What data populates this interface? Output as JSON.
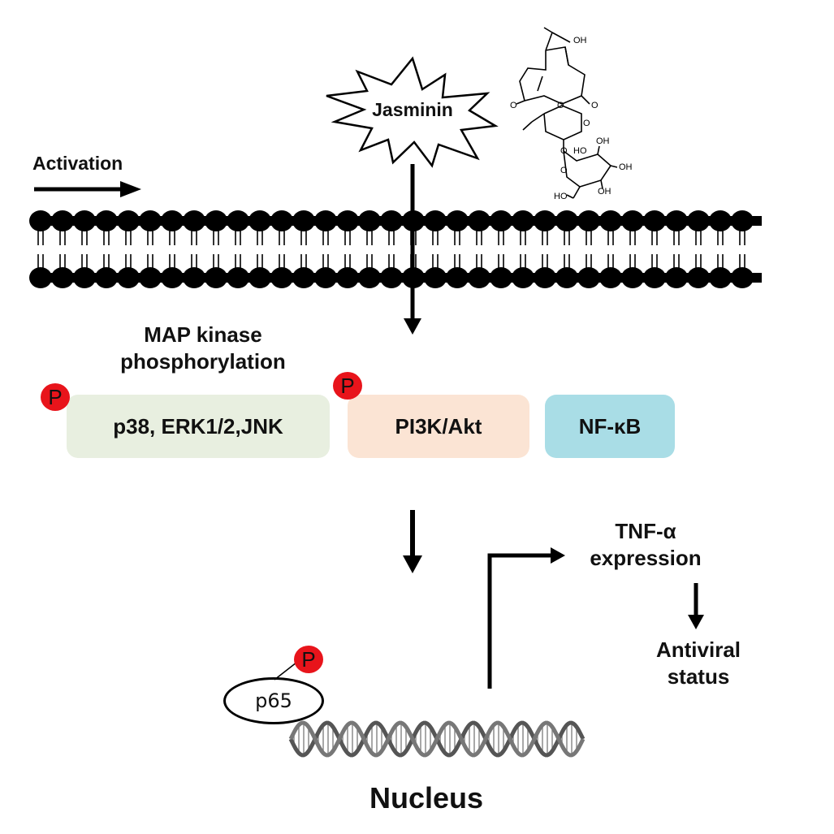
{
  "legend": {
    "activation_label": "Activation"
  },
  "ligand": {
    "label": "Jasminin"
  },
  "structure": {
    "hydroxyl_labels": [
      "OH",
      "OH",
      "OH",
      "OH",
      "HO",
      "HO"
    ],
    "oxygen_labels": [
      "O",
      "O",
      "O",
      "O",
      "O",
      "O",
      "O"
    ]
  },
  "mapk": {
    "title_line1": "MAP kinase",
    "title_line2": "phosphorylation"
  },
  "boxes": {
    "mapk_box": {
      "label": "p38, ERK1/2,JNK",
      "color": "#e8efe0"
    },
    "pi3k_box": {
      "label": "PI3K/Akt",
      "color": "#fbe4d4"
    },
    "nfkb_box": {
      "label": "NF-κB",
      "color": "#a9dde6"
    }
  },
  "phospho": {
    "badge_label": "P",
    "color": "#e8141b"
  },
  "p65": {
    "label": "p65"
  },
  "tnf": {
    "line1": "TNF-α",
    "line2": "expression"
  },
  "antiviral": {
    "line1": "Antiviral",
    "line2": "status"
  },
  "nucleus": {
    "label": "Nucleus"
  }
}
